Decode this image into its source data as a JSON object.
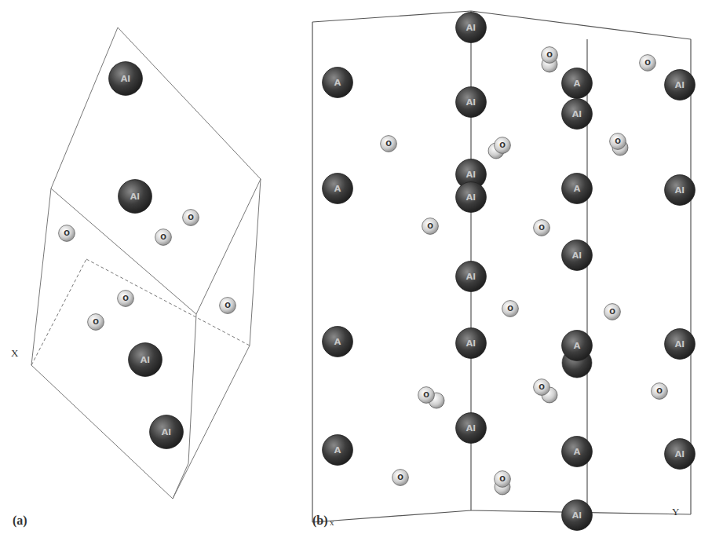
{
  "diagram": {
    "nodes": [
      {
        "text": [
          "Al"
        ]
      },
      {
        "text": [
          "Al"
        ]
      },
      {
        "text": [
          "O"
        ]
      },
      {
        "text": [
          "O"
        ]
      },
      {
        "text": [
          "O"
        ]
      },
      {
        "text": [
          "O"
        ]
      },
      {
        "text": [
          "O"
        ]
      },
      {
        "text": [
          "O"
        ]
      },
      {
        "text": [
          "Al"
        ]
      },
      {
        "text": [
          "Al"
        ]
      },
      {
        "text": [
          "Al"
        ]
      },
      {
        "text": [
          "O"
        ]
      },
      {
        "text": [
          "O"
        ]
      },
      {
        "text": [
          "A"
        ]
      },
      {
        "text": [
          "Al"
        ]
      },
      {
        "text": [
          "A"
        ]
      },
      {
        "text": [
          "Al"
        ]
      },
      {
        "text": [
          "Al"
        ]
      },
      {
        "text": [
          "O"
        ]
      },
      {
        "text": [
          "O"
        ]
      },
      {
        "text": [
          "O"
        ]
      },
      {
        "text": [
          "Al"
        ]
      },
      {
        "text": [
          "Al"
        ]
      },
      {
        "text": [
          "A"
        ]
      },
      {
        "text": [
          "A"
        ]
      },
      {
        "text": [
          "Al"
        ]
      },
      {
        "text": [
          "O"
        ]
      },
      {
        "text": [
          "O"
        ]
      },
      {
        "text": [
          "Al"
        ]
      },
      {
        "text": [
          "Al"
        ]
      },
      {
        "text": [
          "O"
        ]
      },
      {
        "text": [
          "O"
        ]
      },
      {
        "text": [
          "A"
        ]
      },
      {
        "text": [
          "Al"
        ]
      },
      {
        "text": [
          "A"
        ]
      },
      {
        "text": [
          "Al"
        ]
      },
      {
        "text": [
          "O"
        ]
      },
      {
        "text": [
          "O"
        ]
      },
      {
        "text": [
          "O"
        ]
      },
      {
        "text": [
          "Al"
        ]
      },
      {
        "text": [
          "A"
        ]
      },
      {
        "text": [
          "A"
        ]
      },
      {
        "text": [
          "Al"
        ]
      },
      {
        "text": [
          "O"
        ]
      },
      {
        "text": [
          "O"
        ]
      },
      {
        "text": [
          "Al"
        ]
      }
    ],
    "labels": [
      "X",
      "(a)",
      "(b)",
      "x",
      "Y"
    ]
  }
}
